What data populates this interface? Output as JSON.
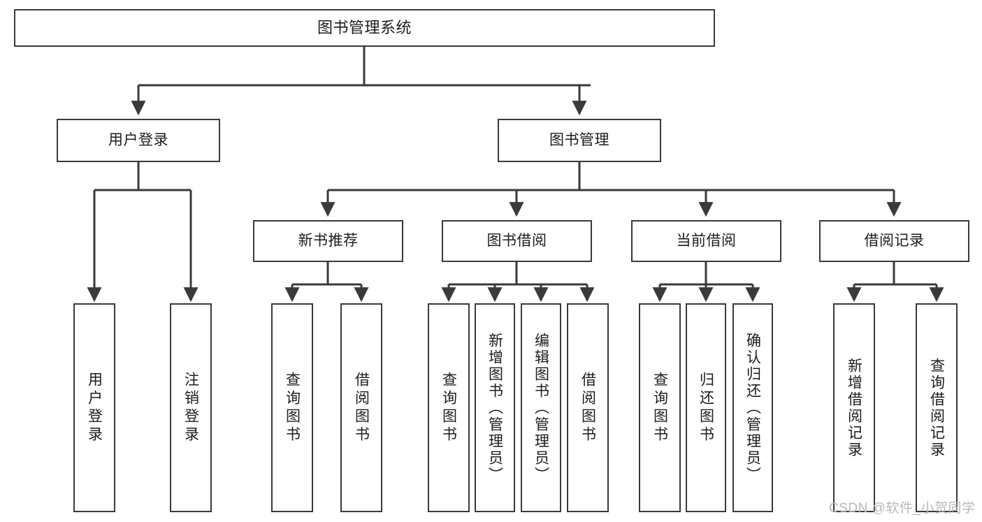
{
  "diagram": {
    "title": "图书管理系统",
    "type": "tree",
    "watermark": "CSDN @软件_小贺同学",
    "stroke_color": "#3a3a3a",
    "fill_color": "#ffffff",
    "text_color": "#1c1c1c",
    "watermark_color": "#b8b8b8"
  },
  "nodes": {
    "root": {
      "label": "图书管理系统"
    },
    "level1": [
      {
        "id": "user-login",
        "label": "用户登录"
      },
      {
        "id": "book-manage",
        "label": "图书管理"
      }
    ],
    "level2": [
      {
        "id": "new-book-recommend",
        "label": "新书推荐"
      },
      {
        "id": "book-borrow",
        "label": "图书借阅"
      },
      {
        "id": "current-borrow",
        "label": "当前借阅"
      },
      {
        "id": "borrow-record",
        "label": "借阅记录"
      }
    ],
    "leaves": [
      {
        "id": "leaf-user-login",
        "label": "用户登录",
        "parent": "user-login"
      },
      {
        "id": "leaf-logout",
        "label": "注销登录",
        "parent": "user-login"
      },
      {
        "id": "leaf-query-book-1",
        "label": "查询图书",
        "parent": "new-book-recommend"
      },
      {
        "id": "leaf-borrow-book-1",
        "label": "借阅图书",
        "parent": "new-book-recommend"
      },
      {
        "id": "leaf-query-book-2",
        "label": "查询图书",
        "parent": "book-borrow"
      },
      {
        "id": "leaf-add-book",
        "label": "新增图书（管理员）",
        "parent": "book-borrow"
      },
      {
        "id": "leaf-edit-book",
        "label": "编辑图书（管理员）",
        "parent": "book-borrow"
      },
      {
        "id": "leaf-borrow-book-2",
        "label": "借阅图书",
        "parent": "book-borrow"
      },
      {
        "id": "leaf-query-book-3",
        "label": "查询图书",
        "parent": "current-borrow"
      },
      {
        "id": "leaf-return-book",
        "label": "归还图书",
        "parent": "current-borrow"
      },
      {
        "id": "leaf-confirm-return",
        "label": "确认归还（管理员）",
        "parent": "current-borrow"
      },
      {
        "id": "leaf-add-record",
        "label": "新增借阅记录",
        "parent": "borrow-record"
      },
      {
        "id": "leaf-query-record",
        "label": "查询借阅记录",
        "parent": "borrow-record"
      }
    ]
  }
}
